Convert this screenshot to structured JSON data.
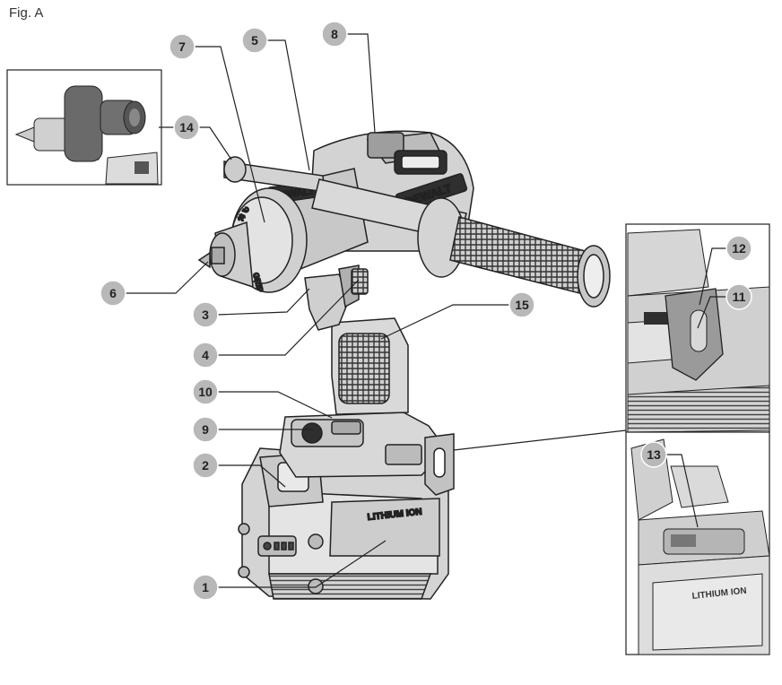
{
  "figure": {
    "label": "Fig. A"
  },
  "brand": {
    "name": "DEWALT",
    "battery_text": "LITHIUM ION",
    "grip_text": "GRIP"
  },
  "colors": {
    "callout_fill": "#b8b8b8",
    "line": "#222222",
    "body": "#d9d9d9",
    "dark": "#555555"
  },
  "callouts": [
    {
      "id": "1"
    },
    {
      "id": "2"
    },
    {
      "id": "3"
    },
    {
      "id": "4"
    },
    {
      "id": "5"
    },
    {
      "id": "6"
    },
    {
      "id": "7"
    },
    {
      "id": "8"
    },
    {
      "id": "9"
    },
    {
      "id": "10"
    },
    {
      "id": "11"
    },
    {
      "id": "12"
    },
    {
      "id": "13"
    },
    {
      "id": "14"
    },
    {
      "id": "15"
    }
  ]
}
